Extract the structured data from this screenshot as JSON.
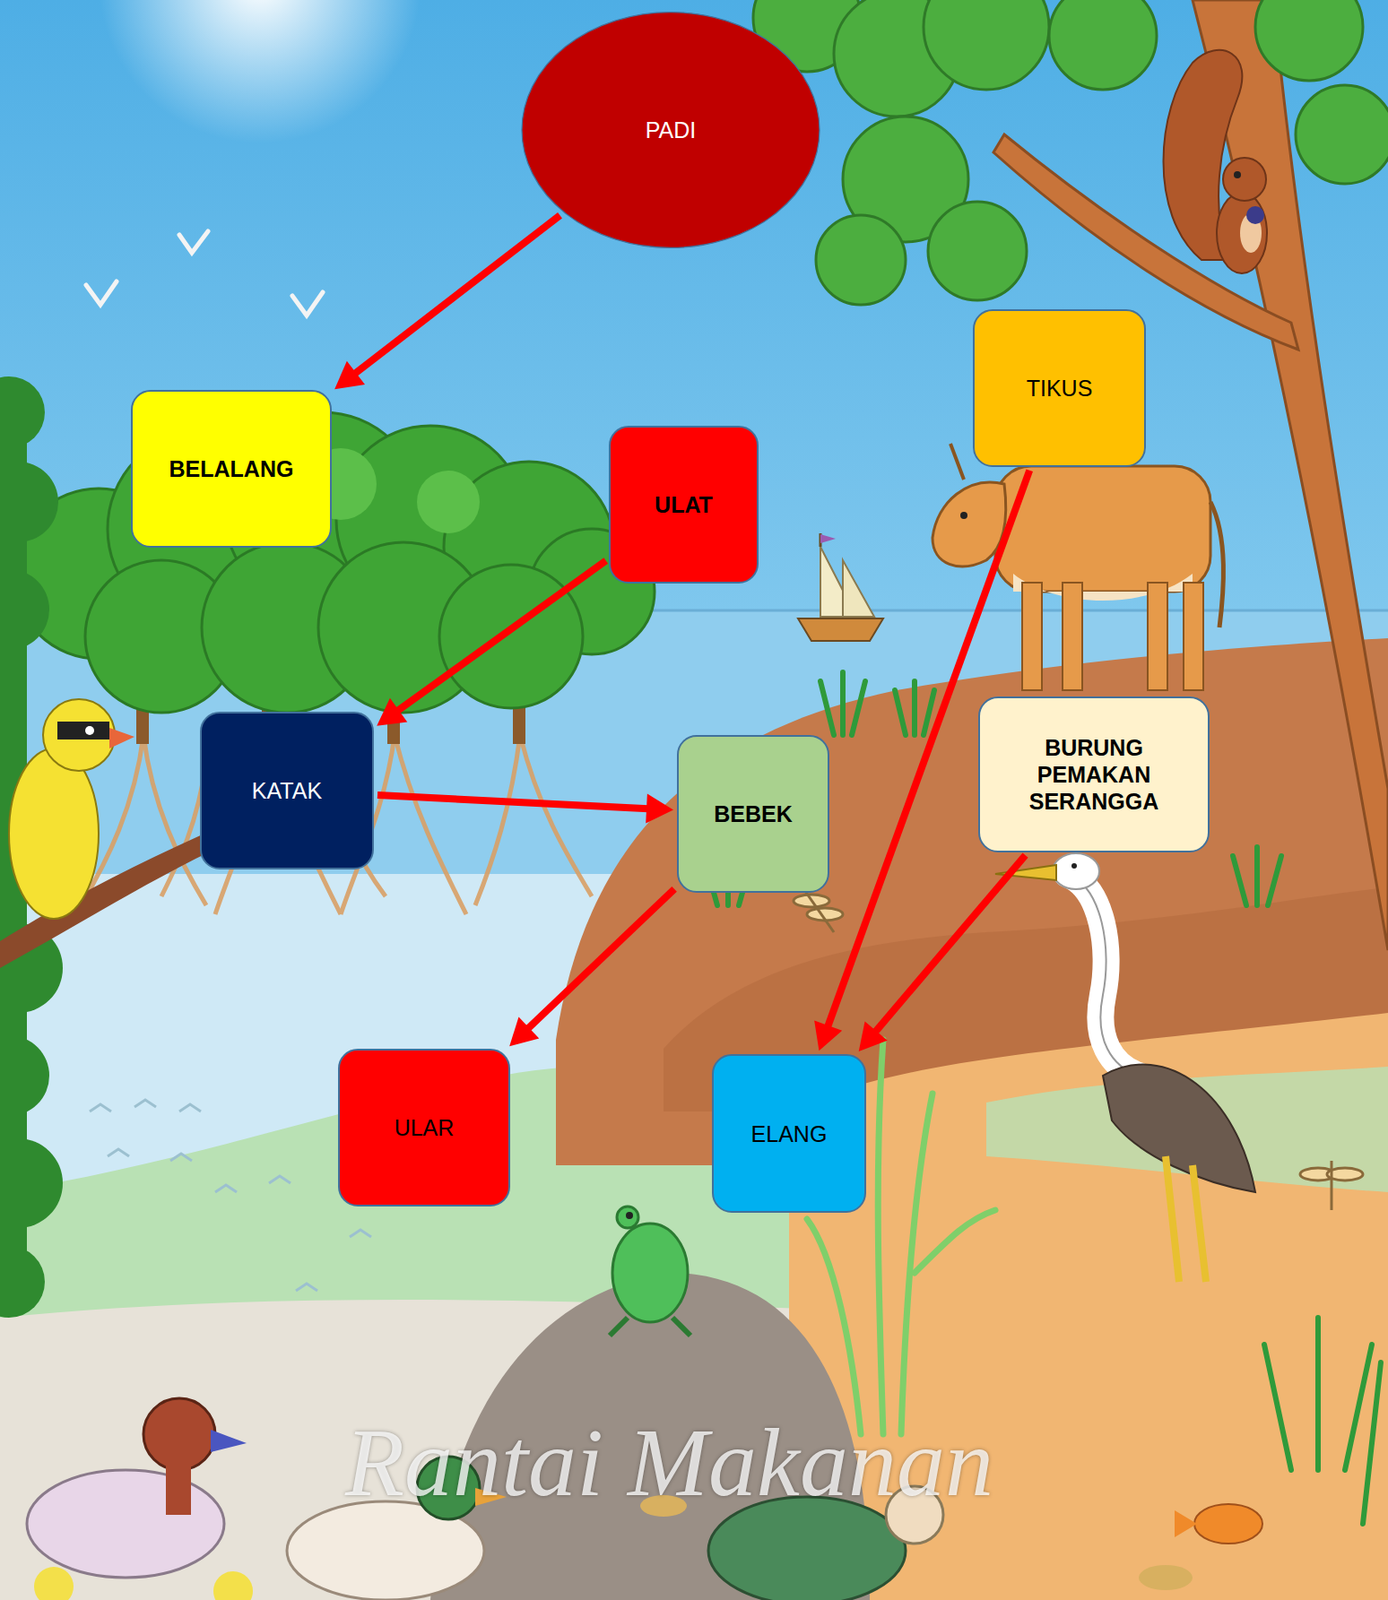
{
  "diagram": {
    "nodes": [
      {
        "text": [
          "PADI"
        ]
      },
      {
        "text": [
          "BELALANG"
        ]
      },
      {
        "text": [
          "ULAT"
        ]
      },
      {
        "text": [
          "TIKUS"
        ]
      },
      {
        "text": [
          "KATAK"
        ]
      },
      {
        "text": [
          "BEBEK"
        ]
      },
      {
        "text": [
          "BURUNG PEMAKAN SERANGGA"
        ]
      },
      {
        "text": [
          "ULAR"
        ]
      },
      {
        "text": [
          "ELANG"
        ]
      }
    ],
    "edges": [
      {
        "from": 0,
        "to": 1,
        "arrow": "to"
      },
      {
        "from": 2,
        "to": 4,
        "arrow": "to"
      },
      {
        "from": 4,
        "to": 5,
        "arrow": "to"
      },
      {
        "from": 5,
        "to": 7,
        "arrow": "to"
      },
      {
        "from": 3,
        "to": 8,
        "arrow": "to"
      },
      {
        "from": 6,
        "to": 8,
        "arrow": "to"
      }
    ],
    "labels": [
      "Rantai Makanan"
    ]
  }
}
